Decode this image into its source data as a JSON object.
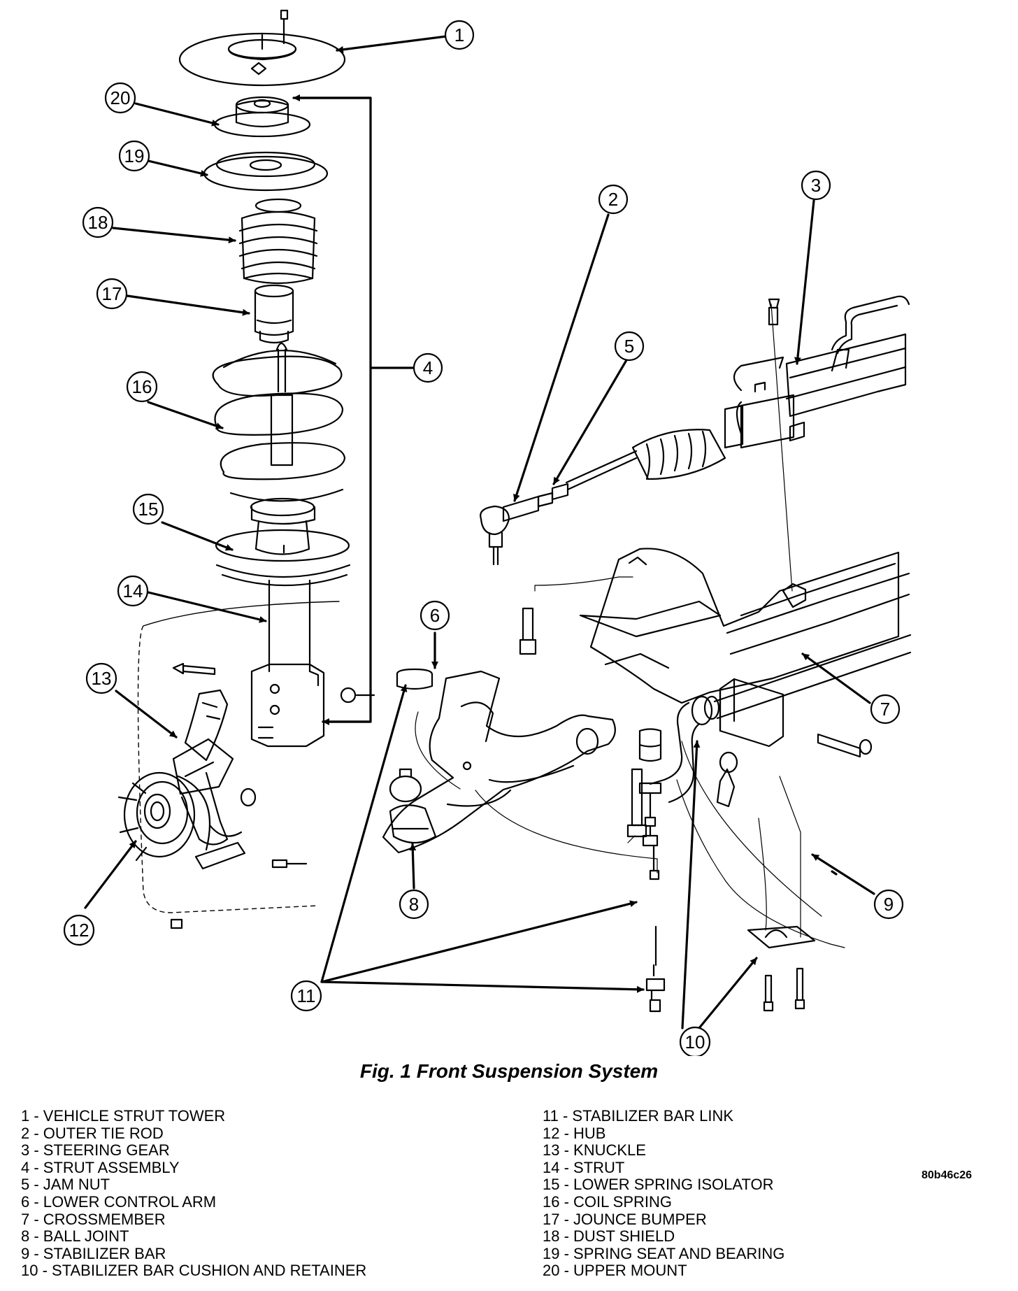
{
  "figure": {
    "caption": "Fig. 1 Front Suspension System",
    "code": "80b46c26"
  },
  "callouts": [
    "1",
    "2",
    "3",
    "4",
    "5",
    "6",
    "7",
    "8",
    "9",
    "10",
    "11",
    "12",
    "13",
    "14",
    "15",
    "16",
    "17",
    "18",
    "19",
    "20"
  ],
  "legend": {
    "left": [
      "1 - VEHICLE STRUT TOWER",
      "2 - OUTER TIE ROD",
      "3 - STEERING GEAR",
      "4 - STRUT ASSEMBLY",
      "5 - JAM NUT",
      "6 - LOWER CONTROL ARM",
      "7 - CROSSMEMBER",
      "8 - BALL JOINT",
      "9 - STABILIZER BAR",
      "10 - STABILIZER BAR CUSHION AND RETAINER"
    ],
    "right": [
      "11 - STABILIZER BAR LINK",
      "12 - HUB",
      "13 - KNUCKLE",
      "14 - STRUT",
      "15 - LOWER SPRING ISOLATOR",
      "16 - COIL SPRING",
      "17 - JOUNCE BUMPER",
      "18 - DUST SHIELD",
      "19 - SPRING SEAT AND BEARING",
      "20 - UPPER MOUNT"
    ]
  }
}
